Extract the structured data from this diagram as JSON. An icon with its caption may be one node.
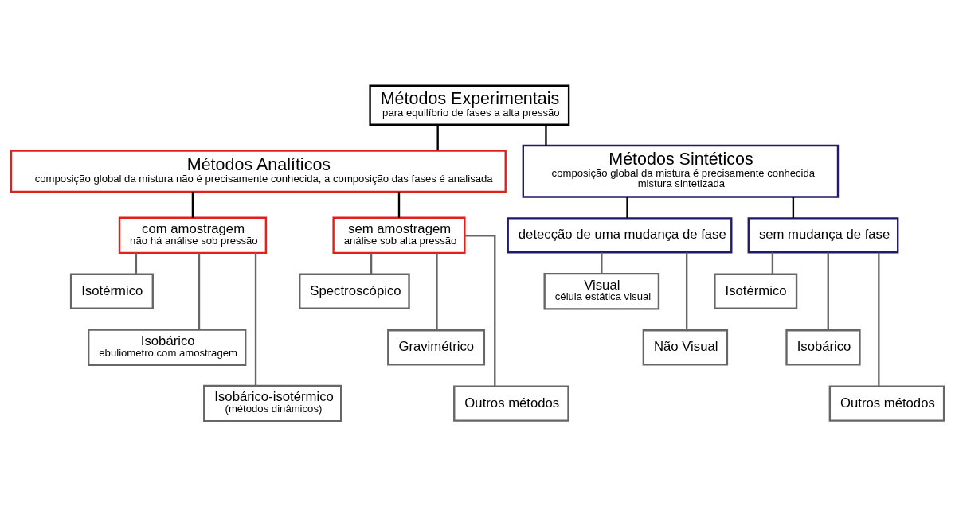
{
  "diagram": {
    "nodes": [
      {
        "text": [
          "Métodos Experimentais",
          "para equilíbrio de fases a alta pressão"
        ]
      },
      {
        "text": [
          "Métodos Analíticos",
          "composição global da mistura não é precisamente conhecida, a composição das fases é analisada"
        ]
      },
      {
        "text": [
          "Métodos Sintéticos",
          "composição global da mistura é precisamente conhecida",
          "mistura sintetizada"
        ]
      },
      {
        "text": [
          "com amostragem",
          "não há análise sob pressão"
        ]
      },
      {
        "text": [
          "sem amostragem",
          "análise sob alta pressão"
        ]
      },
      {
        "text": [
          "detecção de uma mudança de fase"
        ]
      },
      {
        "text": [
          "sem mudança de fase"
        ]
      },
      {
        "text": [
          "Isotérmico"
        ]
      },
      {
        "text": [
          "Isobárico",
          "ebuliometro com amostragem"
        ]
      },
      {
        "text": [
          "Isobárico-isotérmico",
          "(métodos dinâmicos)"
        ]
      },
      {
        "text": [
          "Spectroscópico"
        ]
      },
      {
        "text": [
          "Gravimétrico"
        ]
      },
      {
        "text": [
          "Outros métodos"
        ]
      },
      {
        "text": [
          "Visual",
          "célula estática visual"
        ]
      },
      {
        "text": [
          "Não Visual"
        ]
      },
      {
        "text": [
          "Isotérmico"
        ]
      },
      {
        "text": [
          "Isobárico"
        ]
      },
      {
        "text": [
          "Outros métodos"
        ]
      }
    ],
    "edges": [
      {
        "from": 0,
        "to": 1,
        "arrow": "none",
        "color": "#000000"
      },
      {
        "from": 0,
        "to": 2,
        "arrow": "none",
        "color": "#000000"
      },
      {
        "from": 1,
        "to": 3,
        "arrow": "none",
        "color": "#000000"
      },
      {
        "from": 1,
        "to": 4,
        "arrow": "none",
        "color": "#000000"
      },
      {
        "from": 2,
        "to": 5,
        "arrow": "none",
        "color": "#000000"
      },
      {
        "from": 2,
        "to": 6,
        "arrow": "none",
        "color": "#000000"
      },
      {
        "from": 3,
        "to": 7,
        "arrow": "none"
      },
      {
        "from": 3,
        "to": 8,
        "arrow": "none"
      },
      {
        "from": 3,
        "to": 9,
        "arrow": "none"
      },
      {
        "from": 4,
        "to": 10,
        "arrow": "none"
      },
      {
        "from": 4,
        "to": 11,
        "arrow": "none"
      },
      {
        "from": 4,
        "to": 12,
        "arrow": "none"
      },
      {
        "from": 5,
        "to": 13,
        "arrow": "none"
      },
      {
        "from": 5,
        "to": 14,
        "arrow": "none"
      },
      {
        "from": 6,
        "to": 15,
        "arrow": "none"
      },
      {
        "from": 6,
        "to": 16,
        "arrow": "none"
      },
      {
        "from": 6,
        "to": 17,
        "arrow": "none"
      }
    ]
  }
}
